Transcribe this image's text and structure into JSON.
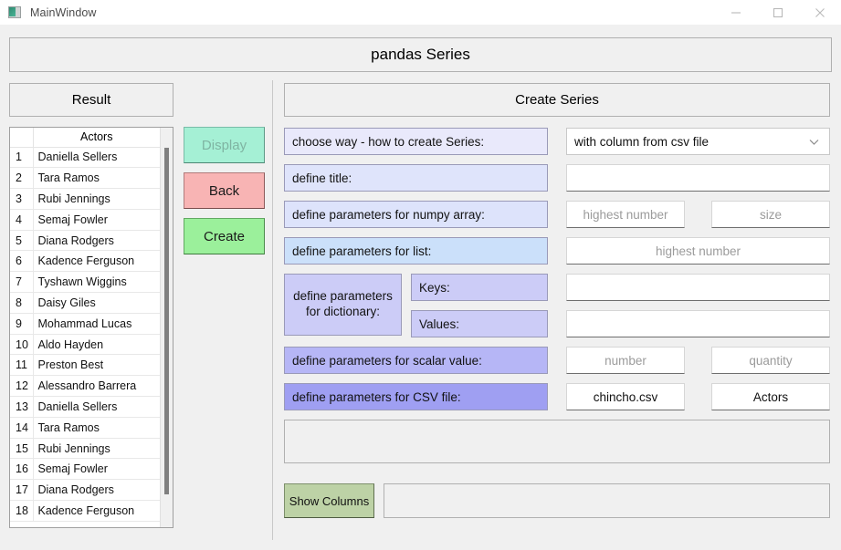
{
  "window": {
    "title": "MainWindow",
    "icon": "app-window-icon",
    "controls": {
      "minimize": "minimize-icon",
      "maximize": "maximize-icon",
      "close": "close-icon"
    }
  },
  "main_title": "pandas Series",
  "left_panel": {
    "header": "Result",
    "table": {
      "columns": [
        "",
        "Actors"
      ],
      "rows": [
        {
          "n": "1",
          "actor": "Daniella Sellers"
        },
        {
          "n": "2",
          "actor": "Tara Ramos"
        },
        {
          "n": "3",
          "actor": "Rubi Jennings"
        },
        {
          "n": "4",
          "actor": "Semaj Fowler"
        },
        {
          "n": "5",
          "actor": "Diana Rodgers"
        },
        {
          "n": "6",
          "actor": "Kadence Ferguson"
        },
        {
          "n": "7",
          "actor": "Tyshawn Wiggins"
        },
        {
          "n": "8",
          "actor": "Daisy Giles"
        },
        {
          "n": "9",
          "actor": "Mohammad Lucas"
        },
        {
          "n": "10",
          "actor": "Aldo Hayden"
        },
        {
          "n": "11",
          "actor": "Preston Best"
        },
        {
          "n": "12",
          "actor": "Alessandro Barrera"
        },
        {
          "n": "13",
          "actor": "Daniella Sellers"
        },
        {
          "n": "14",
          "actor": "Tara Ramos"
        },
        {
          "n": "15",
          "actor": "Rubi Jennings"
        },
        {
          "n": "16",
          "actor": "Semaj Fowler"
        },
        {
          "n": "17",
          "actor": "Diana Rodgers"
        },
        {
          "n": "18",
          "actor": "Kadence Ferguson"
        }
      ]
    }
  },
  "actions": {
    "display": "Display",
    "back": "Back",
    "create": "Create"
  },
  "right_panel": {
    "header": "Create Series",
    "labels": {
      "choose_way": "choose way -  how to create Series:",
      "define_title": "define title:",
      "numpy_array": "define parameters for numpy array:",
      "list": "define parameters for list:",
      "dictionary_line1": "define parameters",
      "dictionary_line2": "for dictionary:",
      "keys": "Keys:",
      "values": "Values:",
      "scalar": "define parameters for scalar value:",
      "csv": "define parameters for CSV file:"
    },
    "fields": {
      "way_selected": "with column from csv file",
      "title_value": "",
      "numpy_highest_placeholder": "highest number",
      "numpy_size_placeholder": "size",
      "list_highest_placeholder": "highest number",
      "keys_value": "",
      "values_value": "",
      "scalar_number_placeholder": "number",
      "scalar_quantity_placeholder": "quantity",
      "csv_file_value": "chincho.csv",
      "csv_column_value": "Actors",
      "output_value": "",
      "columns_value": ""
    },
    "show_columns": "Show Columns"
  },
  "colors": {
    "window_bg": "#f0f0f0",
    "label_1": "#e9e9fb",
    "label_2": "#dfe4fb",
    "label_3": "#dde3fb",
    "label_4": "#cbe0fa",
    "label_dict": "#ccccf7",
    "label_scalar": "#b6b6f6",
    "label_csv": "#9f9ff2",
    "btn_display": "#a5f0d5",
    "btn_back": "#f8b4b4",
    "btn_create": "#9bf09b",
    "btn_showcols": "#bdd2a6"
  }
}
